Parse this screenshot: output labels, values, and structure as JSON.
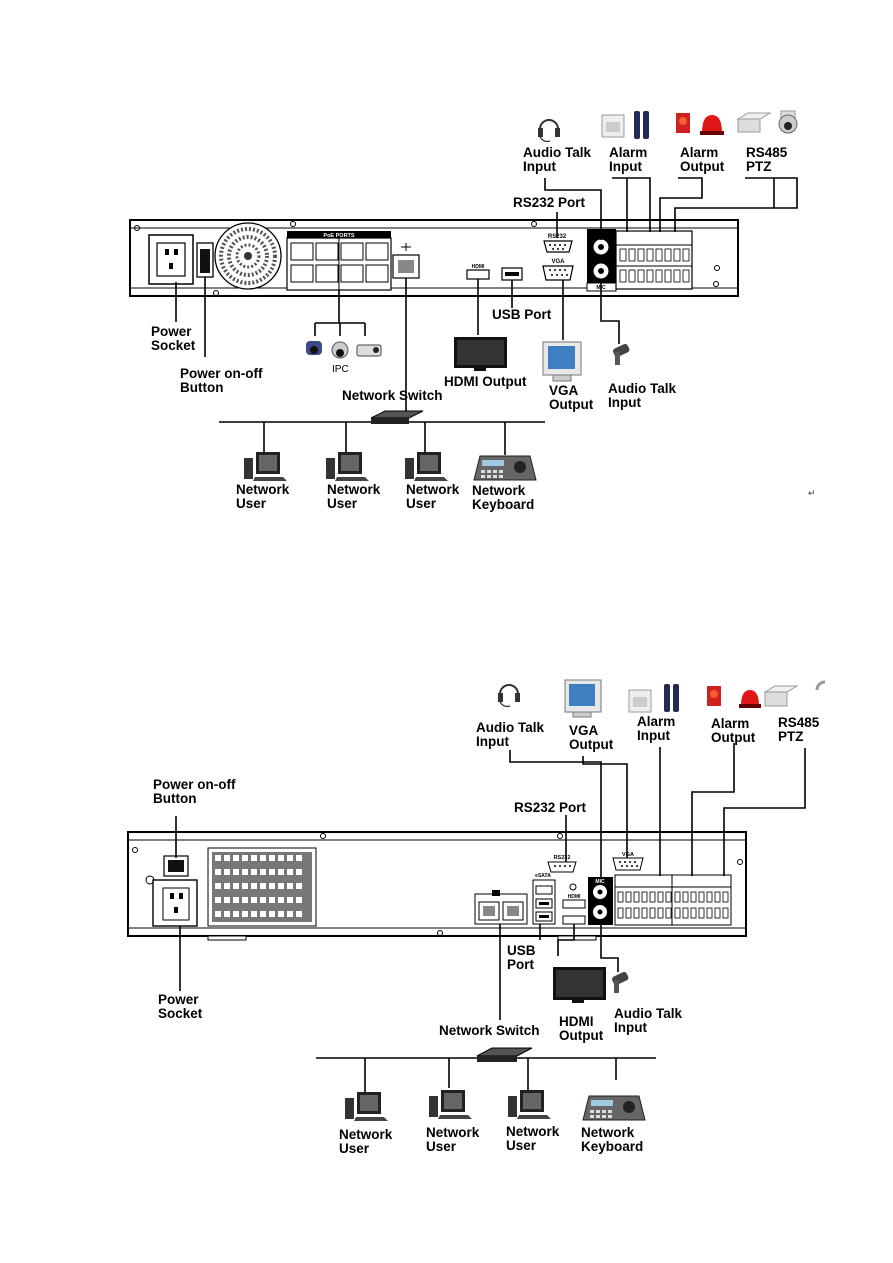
{
  "top": {
    "labels": {
      "audio_talk_in": "Audio Talk\nInput",
      "alarm_in": "Alarm\nInput",
      "alarm_out": "Alarm\nOutput",
      "rs485": "RS485\nPTZ",
      "rs232": "RS232 Port",
      "power_socket": "Power\nSocket",
      "power_button": "Power on-off\nButton",
      "ipc": "IPC",
      "usb": "USB Port",
      "hdmi": "HDMI Output",
      "vga": "VGA\nOutput",
      "audio_talk_out": "Audio Talk\nInput",
      "network_switch": "Network Switch",
      "user1": "Network\nUser",
      "user2": "Network\nUser",
      "user3": "Network\nUser",
      "keyboard": "Network\nKeyboard"
    },
    "panel_text": {
      "poe_ports": "PoE PORTS",
      "rs232_small": "RS232",
      "vga_small": "VGA",
      "hdmi_small": "HDMI",
      "mic_small": "MIC"
    },
    "return_mark": "↵"
  },
  "bottom": {
    "labels": {
      "audio_talk_in": "Audio Talk\nInput",
      "vga": "VGA\nOutput",
      "alarm_in": "Alarm\nInput",
      "alarm_out": "Alarm\nOutput",
      "rs485": "RS485\nPTZ",
      "power_button": "Power on-off\nButton",
      "rs232": "RS232 Port",
      "power_socket": "Power\nSocket",
      "usb": "USB\nPort",
      "hdmi": "HDMI\nOutput",
      "audio_talk_out": "Audio Talk\nInput",
      "network_switch": "Network Switch",
      "user1": "Network\nUser",
      "user2": "Network\nUser",
      "user3": "Network\nUser",
      "keyboard": "Network\nKeyboard"
    },
    "panel_text": {
      "rs232_small": "RS232",
      "vga_small": "VGA",
      "esata": "eSATA",
      "hdmi_small": "HDMI",
      "mic_small": "MIC"
    }
  }
}
